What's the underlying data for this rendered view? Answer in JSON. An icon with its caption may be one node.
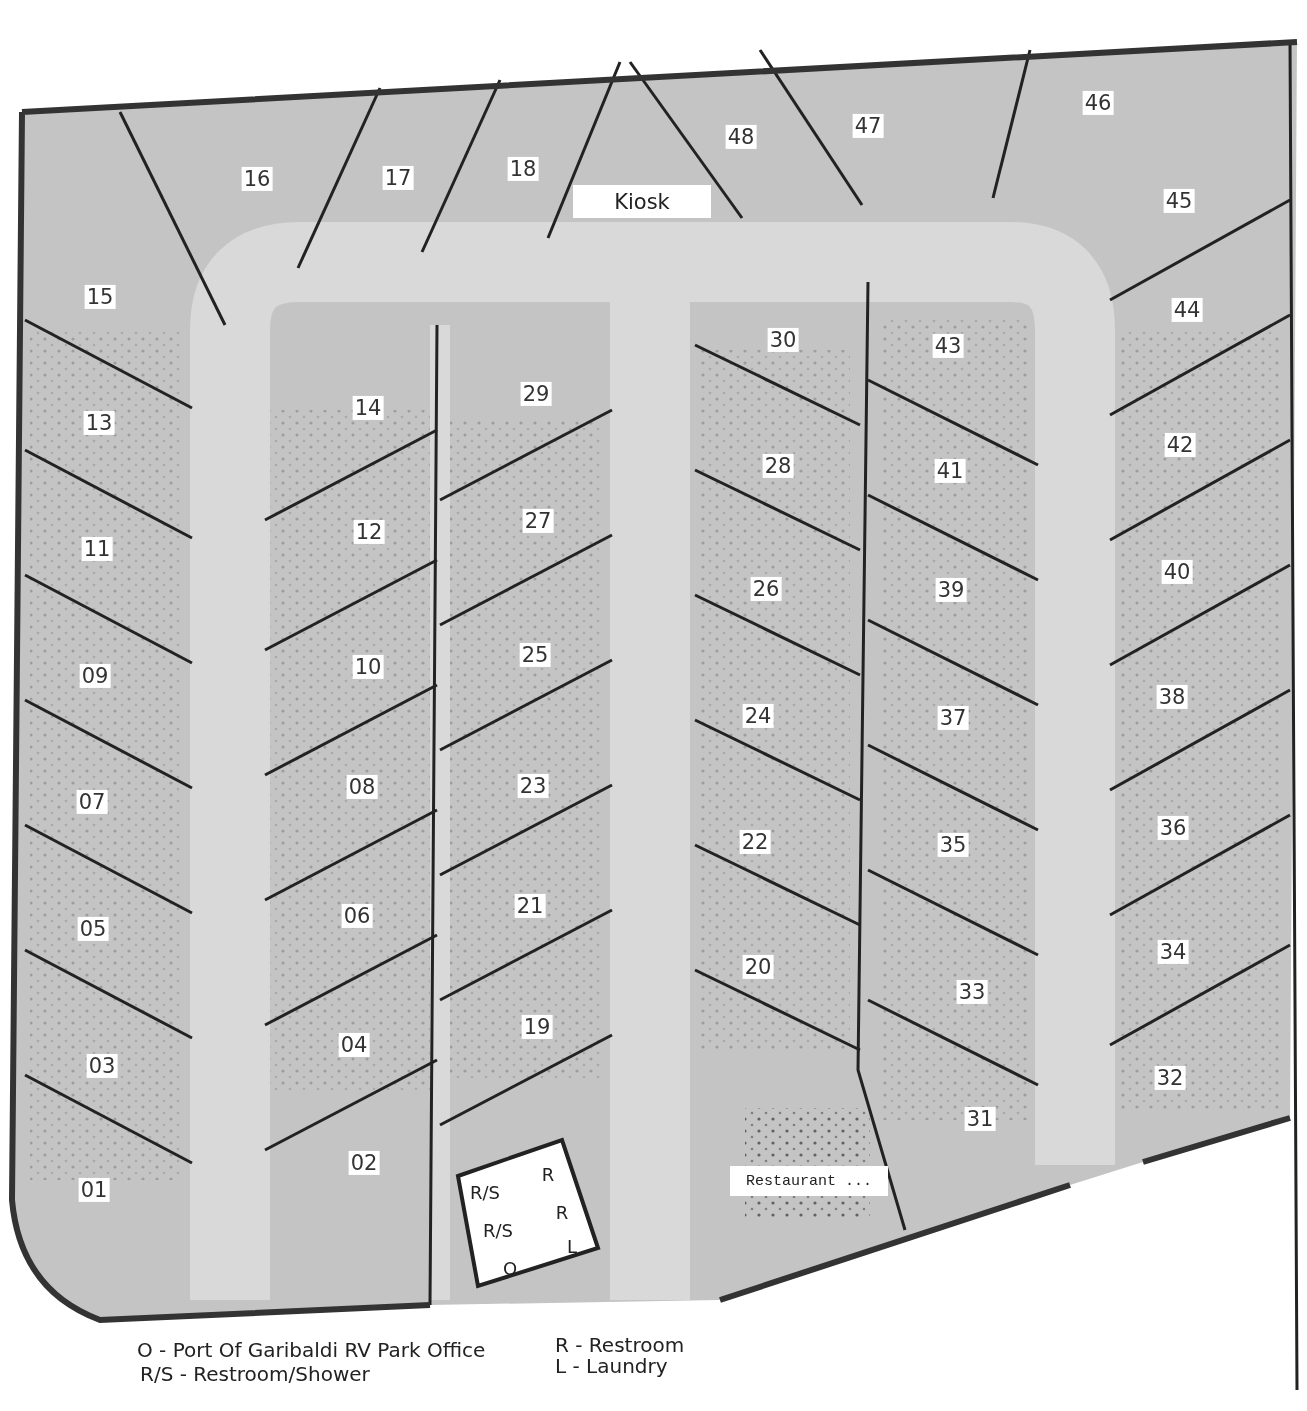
{
  "diagram": {
    "nodes": [
      {
        "text": [
          "Kiosk"
        ]
      },
      {
        "text": [
          "R/S",
          "R",
          "R/S",
          "R",
          "L",
          "O"
        ]
      },
      {
        "text": [
          "Restaurant ..."
        ]
      }
    ],
    "labels": [
      "16",
      "17",
      "18",
      "48",
      "47",
      "46",
      "45",
      "15",
      "44",
      "30",
      "43",
      "14",
      "29",
      "13",
      "42",
      "28",
      "41",
      "12",
      "27",
      "11",
      "40",
      "26",
      "39",
      "09",
      "10",
      "25",
      "24",
      "37",
      "38",
      "07",
      "08",
      "23",
      "22",
      "35",
      "36",
      "05",
      "06",
      "21",
      "20",
      "33",
      "34",
      "03",
      "04",
      "19",
      "32",
      "31",
      "01",
      "02",
      "O - Port Of Garibaldi RV Park Office",
      "R/S - Restroom/Shower",
      "R - Restroom",
      "L - Laundry"
    ]
  }
}
